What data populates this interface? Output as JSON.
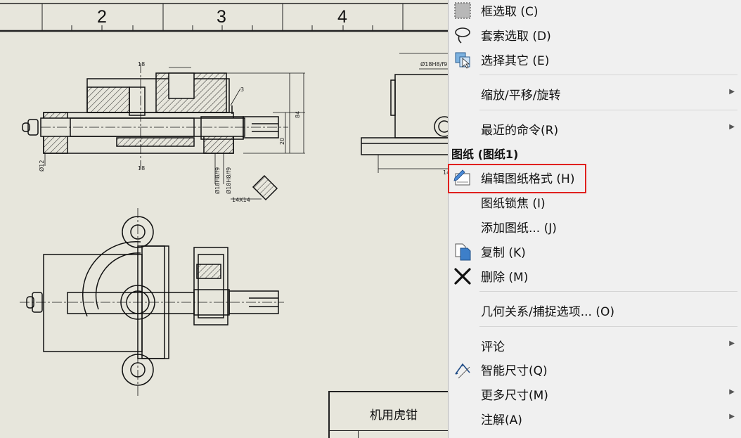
{
  "drawing": {
    "zone_numbers": [
      "2",
      "3",
      "4"
    ],
    "title_block_title": "机用虎钳",
    "dim_labels": {
      "left_dia": "Ø12",
      "fit_a": "Ø18H8/f9",
      "fit_b": "Ø18H8/f9",
      "section_small": "14X14",
      "height_84": "84",
      "height_20": "20",
      "right_fit": "Ø18H8/f9",
      "label_3": "3",
      "label_18a": "18",
      "label_18b": "18",
      "label_14": "14"
    }
  },
  "context_menu": {
    "items_top": [
      {
        "icon": "box-select-icon",
        "label": "框选取 (C)"
      },
      {
        "icon": "lasso-select-icon",
        "label": "套索选取 (D)"
      },
      {
        "icon": "select-other-icon",
        "label": "选择其它 (E)"
      }
    ],
    "view": [
      {
        "label": "缩放/平移/旋转",
        "submenu": true
      },
      {
        "label": "最近的命令(R)",
        "submenu": true
      }
    ],
    "section_header": "图纸 (图纸1)",
    "sheet_items": [
      {
        "icon": "edit-sheet-format-icon",
        "label": "编辑图纸格式 (H)",
        "highlighted": true
      },
      {
        "icon": "",
        "label": "图纸锁焦 (I)"
      },
      {
        "icon": "",
        "label": "添加图纸... (J)"
      },
      {
        "icon": "copy-icon",
        "label": "复制 (K)"
      },
      {
        "icon": "delete-icon",
        "label": "删除 (M)"
      }
    ],
    "relations": {
      "label": "几何关系/捕捉选项... (O)"
    },
    "bottom_items": [
      {
        "icon": "",
        "label": "评论",
        "submenu": true
      },
      {
        "icon": "smart-dimension-icon",
        "label": "智能尺寸(Q)",
        "submenu": false
      },
      {
        "icon": "",
        "label": "更多尺寸(M)",
        "submenu": true
      },
      {
        "icon": "",
        "label": "注解(A)",
        "submenu": true
      }
    ],
    "highlight_color": "#e0201e"
  }
}
